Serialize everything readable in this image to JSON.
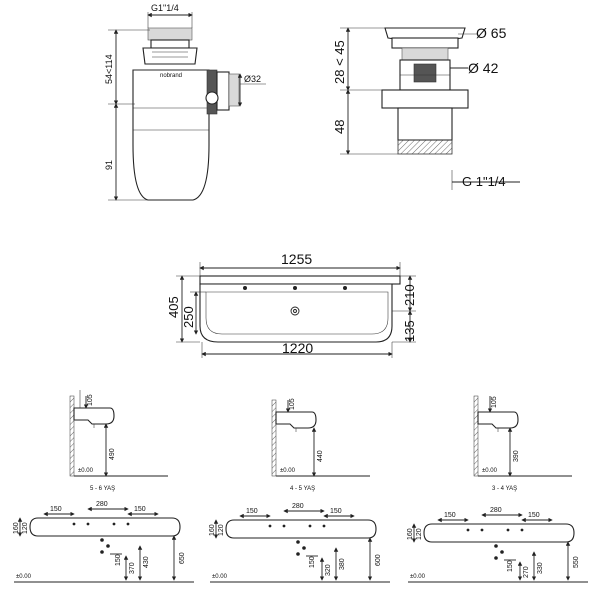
{
  "siphon": {
    "top_thread": "G1\"1/4",
    "outlet_diameter": "Ø32",
    "height_range": "54<114",
    "lower_height": "91",
    "brand": "nobrand"
  },
  "waste": {
    "head_diameter": "Ø 65",
    "body_diameter": "Ø 42",
    "range": "28 < 45",
    "lower": "48",
    "thread": "G 1\"1/4"
  },
  "basin": {
    "width_total": "1255",
    "width_bowl": "1220",
    "depth": "405",
    "inner_depth": "250",
    "back_depth": "210",
    "front_depth": "135"
  },
  "side_views": [
    {
      "top": "105",
      "height": "490",
      "floor": "±0.00",
      "caption": "5 - 6 YAŞ"
    },
    {
      "top": "105",
      "height": "440",
      "floor": "±0.00",
      "caption": "4 - 5 YAŞ"
    },
    {
      "top": "105",
      "height": "390",
      "floor": "±0.00",
      "caption": "3 - 4 YAŞ"
    }
  ],
  "front_views": [
    {
      "left": "150",
      "center": "280",
      "right": "150",
      "h1": "160",
      "h2": "120",
      "d1": "150",
      "d2": "370",
      "d3": "430",
      "total": "650",
      "floor": "±0.00"
    },
    {
      "left": "150",
      "center": "280",
      "right": "150",
      "h1": "160",
      "h2": "120",
      "d1": "150",
      "d2": "320",
      "d3": "380",
      "total": "600",
      "floor": "±0.00"
    },
    {
      "left": "150",
      "center": "280",
      "right": "150",
      "h1": "160",
      "h2": "120",
      "d1": "150",
      "d2": "270",
      "d3": "330",
      "total": "550",
      "floor": "±0.00"
    }
  ]
}
